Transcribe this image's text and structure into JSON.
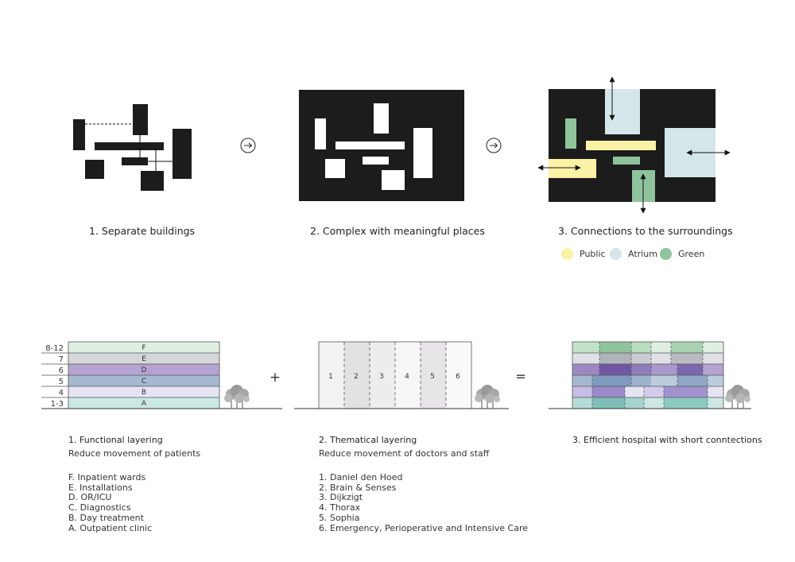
{
  "top_captions": [
    "1. Separate buildings",
    "2. Complex with meaningful places",
    "3. Connections to the surroundings"
  ],
  "legend": [
    {
      "label": "Public",
      "color": "#fcf2a6"
    },
    {
      "label": "Atrium",
      "color": "#d4e6ea"
    },
    {
      "label": "Green",
      "color": "#8fc39c"
    }
  ],
  "operators": {
    "plus": "+",
    "equals": "="
  },
  "floor_labels": [
    "8-12",
    "7",
    "6",
    "5",
    "4",
    "1-3"
  ],
  "layer_letters": [
    "F",
    "E",
    "D",
    "C",
    "B",
    "A"
  ],
  "layer_colors": [
    "#dff0e1",
    "#d4d6da",
    "#b5a4d2",
    "#a4b8d0",
    "#e6e3f3",
    "#cbe8e5"
  ],
  "theme_numbers": [
    "1",
    "2",
    "3",
    "4",
    "5",
    "6"
  ],
  "bottom": {
    "functional": {
      "title": "1. Functional layering",
      "subtitle": "Reduce movement of patients",
      "items": [
        "F. Inpatient wards",
        "E. Installations",
        "D. OR/ICU",
        "C. Diagnostics",
        "B. Day treatment",
        "A. Outpatient clinic"
      ]
    },
    "thematical": {
      "title": "2. Thematical layering",
      "subtitle": "Reduce movement of doctors and staff",
      "items": [
        "1. Daniel den Hoed",
        "2. Brain & Senses",
        "3. Dijkzigt",
        "4. Thorax",
        "5. Sophia",
        "6. Emergency, Perioperative and Intensive Care"
      ]
    },
    "efficient": {
      "title": "3. Efficient hospital with short conntections"
    }
  }
}
